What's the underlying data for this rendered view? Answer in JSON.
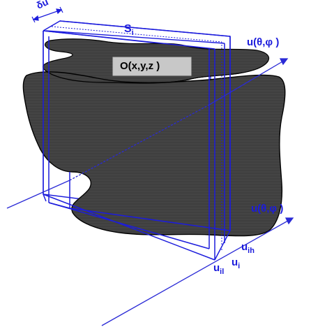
{
  "labels": {
    "delta_u": "δu",
    "slice": {
      "base": "S",
      "sub": "i"
    },
    "object": "O(x,y,z )",
    "direction_top": "u(θ,φ )",
    "direction_bottom": "u(θ,φ )",
    "u_il": {
      "base": "u",
      "sub": "il"
    },
    "u_i": {
      "base": "u",
      "sub": "i"
    },
    "u_ih": {
      "base": "u",
      "sub": "ih"
    }
  },
  "colors": {
    "outline": "#1c1cdc",
    "axis": "#2a2ad6",
    "object_fill": "#3f3f3f",
    "object_edge": "#000000",
    "label_box": "#c8c8c8"
  }
}
